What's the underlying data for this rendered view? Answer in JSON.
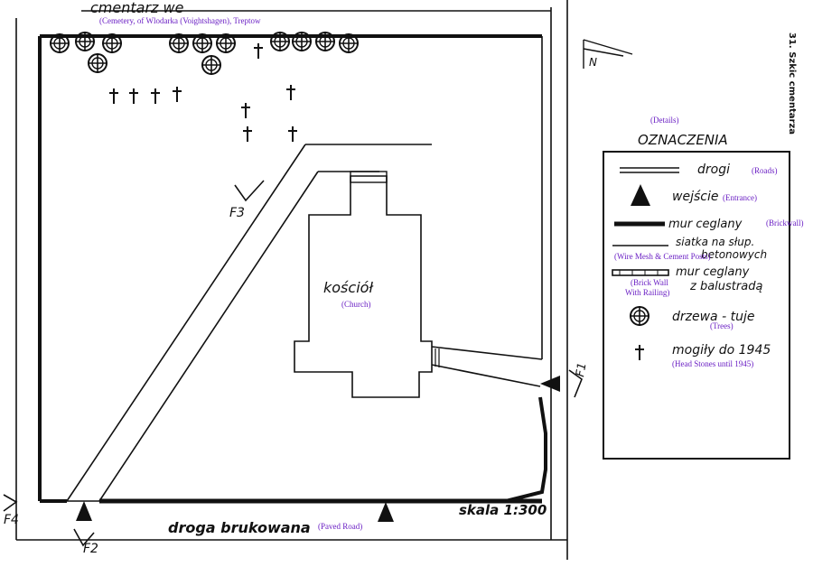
{
  "title_handwritten": "cmentarz we",
  "title_note": "(Cemetery, of Wlodarka (Voightshagen), Treptow",
  "side_caption": "31. Szkic cmentarza",
  "north_label": "N",
  "church": {
    "label": "kościół",
    "note": "(Church)"
  },
  "photo_points": [
    "F1",
    "F2",
    "F3",
    "F4"
  ],
  "road": {
    "label": "droga brukowana",
    "note": "(Paved Road)"
  },
  "scale": "skala 1:300",
  "legend": {
    "details_note": "(Details)",
    "heading": "OZNACZENIA",
    "items": [
      {
        "symbol": "road-lines",
        "label": "drogi",
        "note": "(Roads)"
      },
      {
        "symbol": "entrance-triangle",
        "label": "wejście",
        "note": "(Entrance)"
      },
      {
        "symbol": "brick-wall-bar",
        "label": "mur ceglany",
        "note": "(Brickwall)"
      },
      {
        "symbol": "wire-mesh-line",
        "label": "siatka na słup. betonowych",
        "note": "(Wire Mesh & Cement Posts)"
      },
      {
        "symbol": "railing-wall",
        "label": "mur ceglany z balustradą",
        "note": "(Brick Wall With Railing)"
      },
      {
        "symbol": "tree-circle",
        "label": "drzewa - tuje",
        "note": "(Trees)"
      },
      {
        "symbol": "cross",
        "label": "mogiły do 1945",
        "note": "(Head Stones until 1945)"
      }
    ]
  }
}
